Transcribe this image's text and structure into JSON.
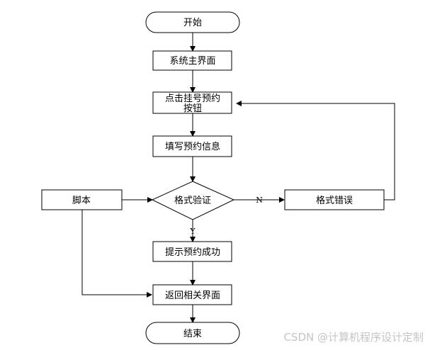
{
  "flowchart": {
    "start": "开始",
    "main_ui": "系统主界面",
    "click_button_line1": "点击挂号预约",
    "click_button_line2": "按钮",
    "fill_info": "填写预约信息",
    "validate": "格式验证",
    "script": "脚本",
    "format_error": "格式错误",
    "show_success": "提示预约成功",
    "return_page": "返回相关界面",
    "end": "结束",
    "edge_no": "N",
    "edge_yes": "Y"
  },
  "watermark": "CSDN @计算机程序设计定制"
}
